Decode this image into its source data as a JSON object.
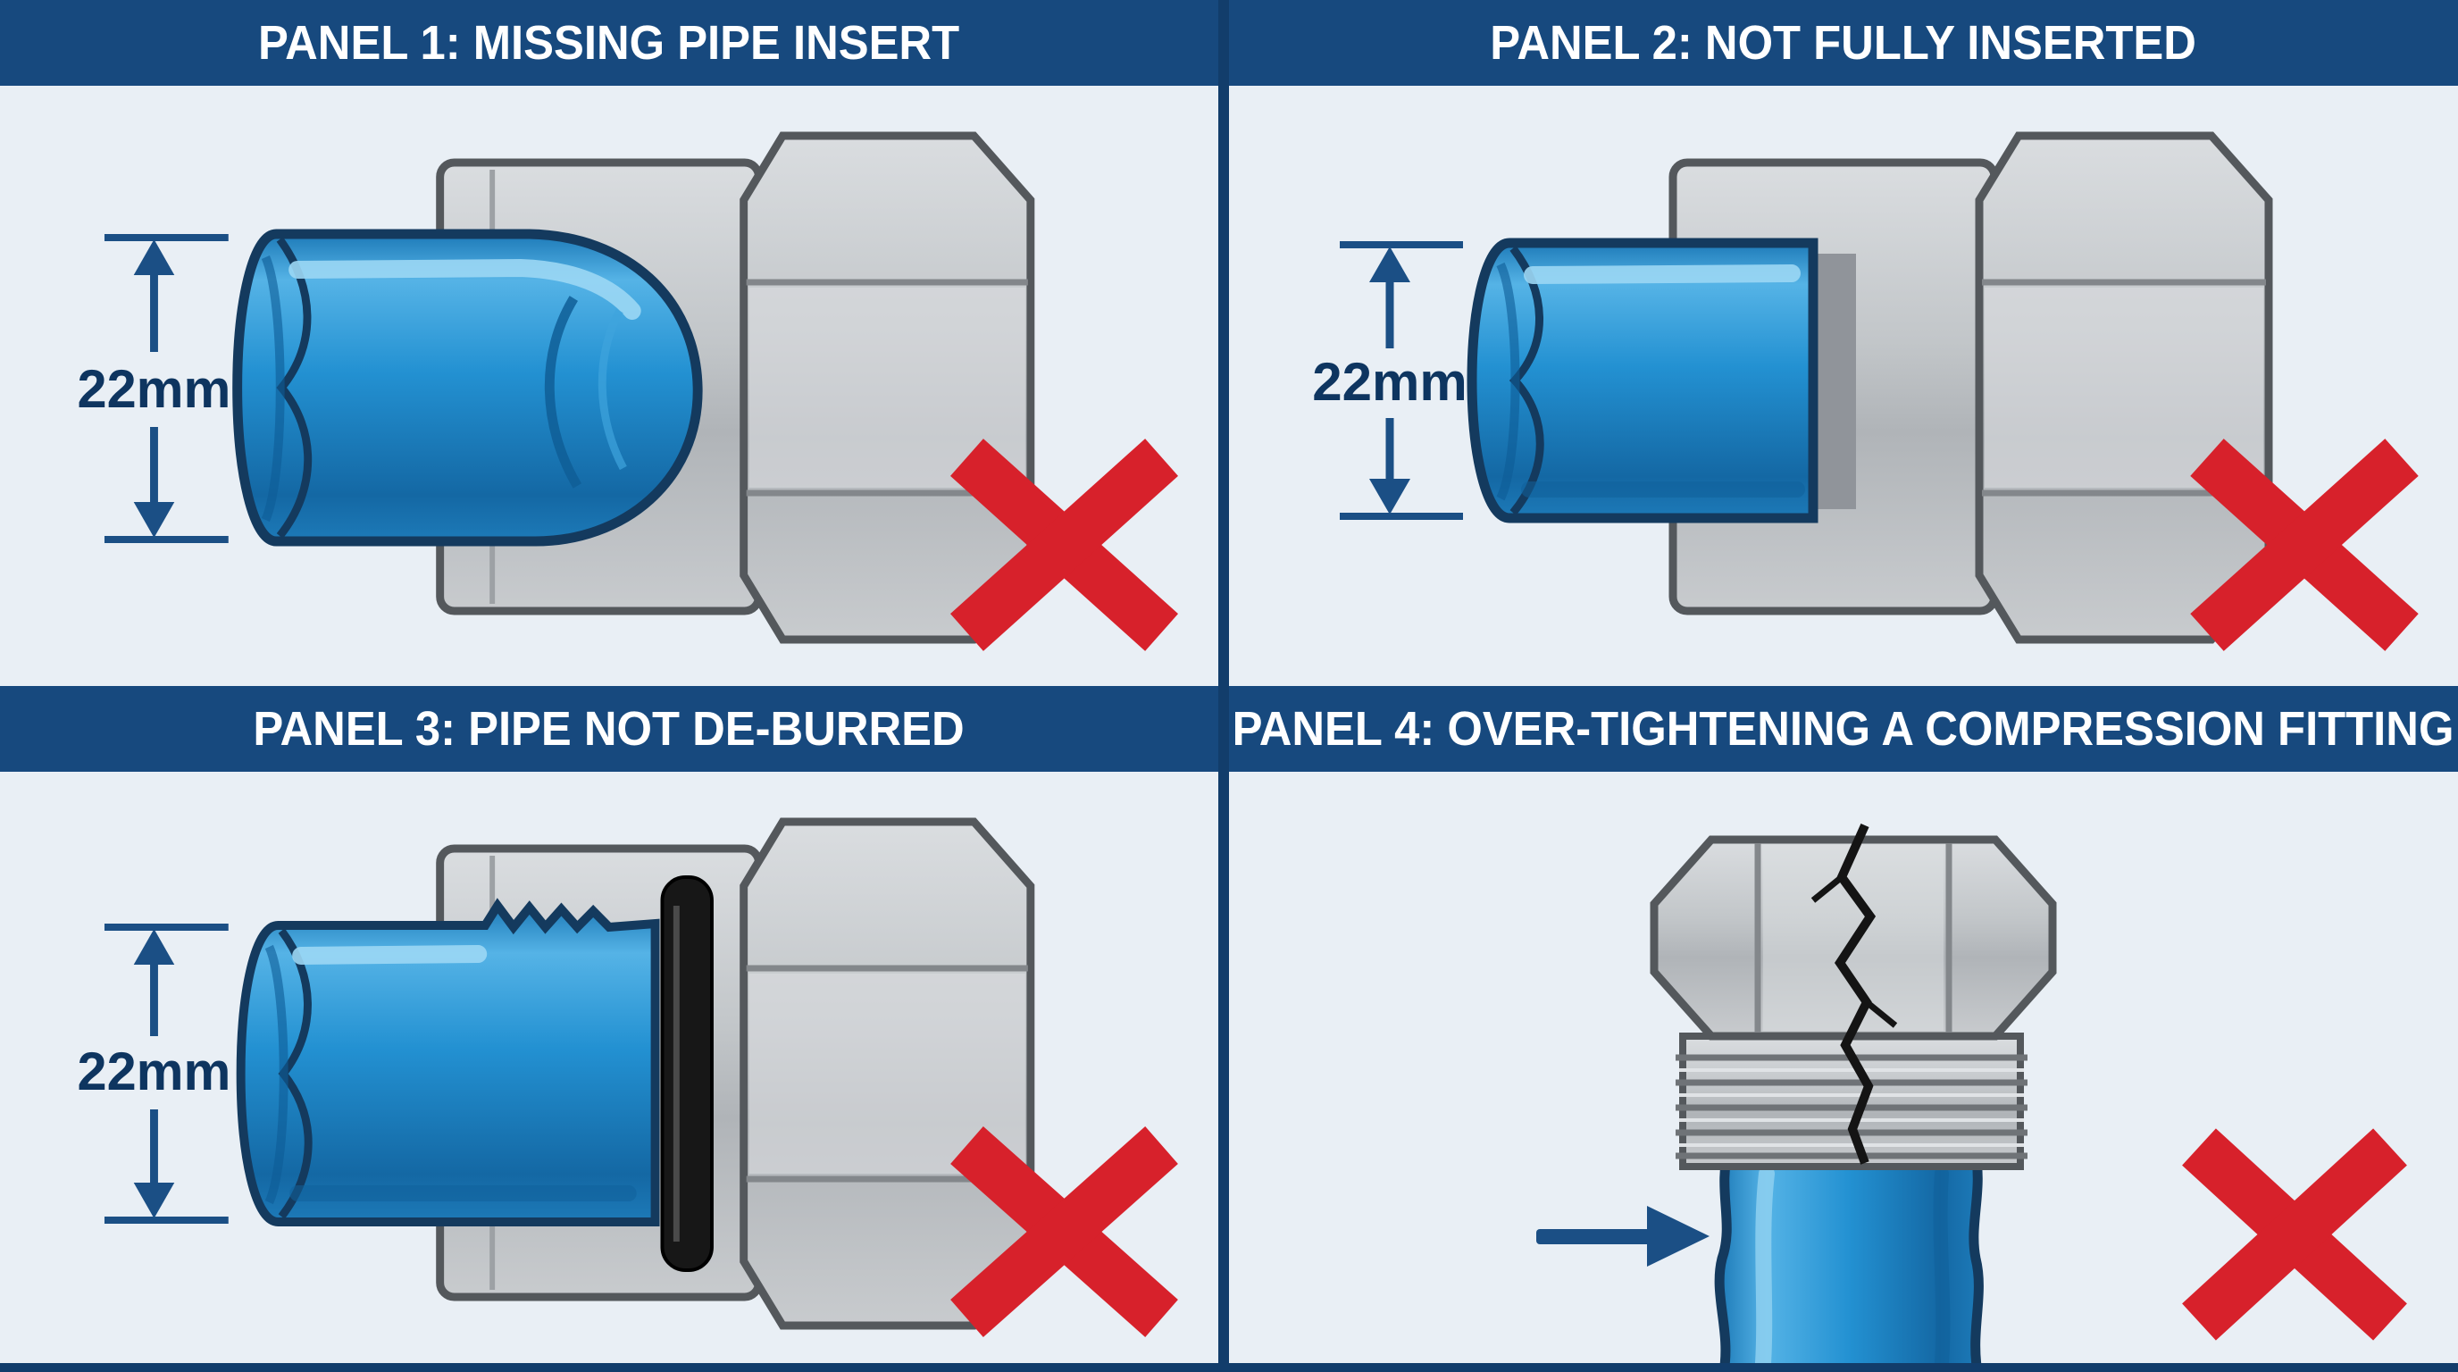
{
  "title": "Compression fitting installation mistakes diagram",
  "colors": {
    "header_blue": "#17497e",
    "divider_blue": "#123d6b",
    "panel_bg": "#e9eff5",
    "pipe_blue": "#2493d6",
    "pipe_outline": "#143a5e",
    "dim_blue": "#1b4f85",
    "x_red": "#d7212b",
    "fitting_outline": "#54585c",
    "oring_black": "#171717"
  },
  "panels": [
    {
      "id": 1,
      "title": "PANEL 1: MISSING PIPE INSERT",
      "dimension_label": "22mm",
      "status": "error",
      "status_icon": "x-mark"
    },
    {
      "id": 2,
      "title": "PANEL 2: NOT FULLY INSERTED",
      "dimension_label": "22mm",
      "status": "error",
      "status_icon": "x-mark"
    },
    {
      "id": 3,
      "title": "PANEL 3: PIPE NOT DE-BURRED",
      "dimension_label": "22mm",
      "status": "error",
      "status_icon": "x-mark"
    },
    {
      "id": 4,
      "title": "PANEL 4: OVER-TIGHTENING A COMPRESSION FITTING",
      "status": "error",
      "status_icon": "x-mark"
    }
  ]
}
